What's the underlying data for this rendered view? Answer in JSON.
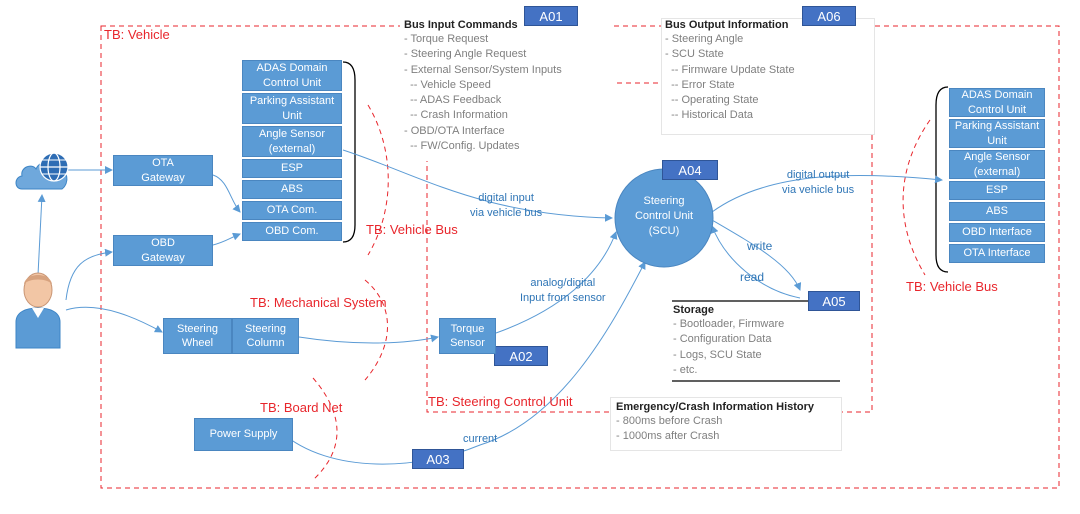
{
  "tb_labels": {
    "vehicle": "TB: Vehicle",
    "vehicle_bus_left": "TB: Vehicle Bus",
    "vehicle_bus_right": "TB: Vehicle Bus",
    "mechanical": "TB: Mechanical System",
    "board_net": "TB: Board Net",
    "steering_control_unit": "TB: Steering Control Unit"
  },
  "tags": {
    "a01": "A01",
    "a02": "A02",
    "a03": "A03",
    "a04": "A04",
    "a05": "A05",
    "a06": "A06"
  },
  "bus_input": {
    "title": "Bus Input Commands",
    "items": [
      "- Torque Request",
      "- Steering Angle Request",
      "- External Sensor/System Inputs",
      "  -- Vehicle Speed",
      "  -- ADAS Feedback",
      "  -- Crash Information",
      "- OBD/OTA Interface",
      "  -- FW/Config. Updates"
    ]
  },
  "bus_output": {
    "title": "Bus Output Information",
    "items": [
      "- Steering Angle",
      "- SCU State",
      "  -- Firmware Update State",
      "  -- Error State",
      "  -- Operating State",
      "  -- Historical Data"
    ]
  },
  "storage": {
    "title": "Storage",
    "items": [
      "- Bootloader, Firmware",
      "- Configuration Data",
      "- Logs, SCU State",
      "- etc."
    ]
  },
  "emergency": {
    "title": "Emergency/Crash Information History",
    "items": [
      "- 800ms before Crash",
      "- 1000ms after Crash"
    ]
  },
  "left_stack": [
    "ADAS Domain Control Unit",
    "Parking Assistant Unit",
    "Angle Sensor (external)",
    "ESP",
    "ABS",
    "OTA Com.",
    "OBD Com."
  ],
  "right_stack": [
    "ADAS Domain Control Unit",
    "Parking Assistant Unit",
    "Angle Sensor (external)",
    "ESP",
    "ABS",
    "OBD Interface",
    "OTA Interface"
  ],
  "components": {
    "ota_gateway": "OTA Gateway",
    "obd_gateway": "OBD Gateway",
    "steering_wheel": "Steering Wheel",
    "steering_column": "Steering Column",
    "torque_sensor": "Torque Sensor",
    "power_supply": "Power Supply",
    "scu": "Steering Control Unit (SCU)"
  },
  "flow_labels": {
    "digital_input": "digital input\nvia vehicle bus",
    "digital_output": "digital output\nvia vehicle bus",
    "analog_digital": "analog/digital\nInput from sensor",
    "current": "current",
    "write": "write",
    "read": "read"
  },
  "icons": {
    "globe": "globe-icon",
    "cloud": "cloud-icon",
    "user": "user-icon"
  },
  "colors": {
    "box": "#5b9bd5",
    "tag": "#4472c4",
    "boundary": "#e8262c",
    "line": "#5b9bd5",
    "label_blue": "#2e75b6"
  }
}
